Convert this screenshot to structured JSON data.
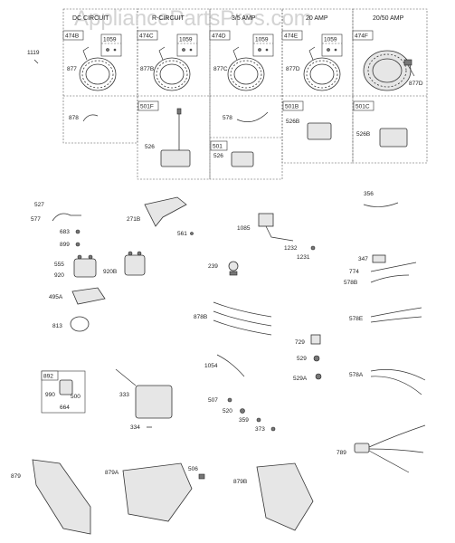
{
  "watermark": "AppliancePartsPros.com",
  "columns": [
    {
      "header": "DC CIRCUIT",
      "tag": "474B",
      "kit": "1059",
      "ring": "877"
    },
    {
      "header": "R-CIRCUIT",
      "tag": "474C",
      "kit": "1059",
      "ring": "877B"
    },
    {
      "header": "3/5 AMP",
      "tag": "474D",
      "kit": "1059",
      "ring": "877C"
    },
    {
      "header": "20 AMP",
      "tag": "474E",
      "kit": "1059",
      "ring": "877D"
    },
    {
      "header": "20/50 AMP",
      "tag": "474F",
      "kit": "",
      "ring": "877D"
    }
  ],
  "labels": {
    "l1119": "1119",
    "l878": "878",
    "l501F": "501F",
    "l526a": "526",
    "l578": "578",
    "l501": "501",
    "l526b": "526",
    "l501B": "501B",
    "l526B1": "526B",
    "l501C": "501C",
    "l526B2": "526B",
    "l527": "527",
    "l577": "577",
    "l683": "683",
    "l899": "899",
    "l555": "555",
    "l920": "920",
    "l920B": "920B",
    "l271B": "271B",
    "l561": "561",
    "l1085": "1085",
    "l1232": "1232",
    "l1231": "1231",
    "l356": "356",
    "l347": "347",
    "l774": "774",
    "l578B": "578B",
    "l239": "239",
    "l495A": "495A",
    "l813": "813",
    "l878B": "878B",
    "l578E": "578E",
    "l729": "729",
    "l529": "529",
    "l529A": "529A",
    "l1054": "1054",
    "l578A": "578A",
    "l892": "892",
    "l990": "990",
    "l500": "500",
    "l664": "664",
    "l333": "333",
    "l334": "334",
    "l507": "507",
    "l520": "520",
    "l359": "359",
    "l373": "373",
    "l789": "789",
    "l879": "879",
    "l879A": "879A",
    "l506": "506",
    "l879B": "879B"
  }
}
